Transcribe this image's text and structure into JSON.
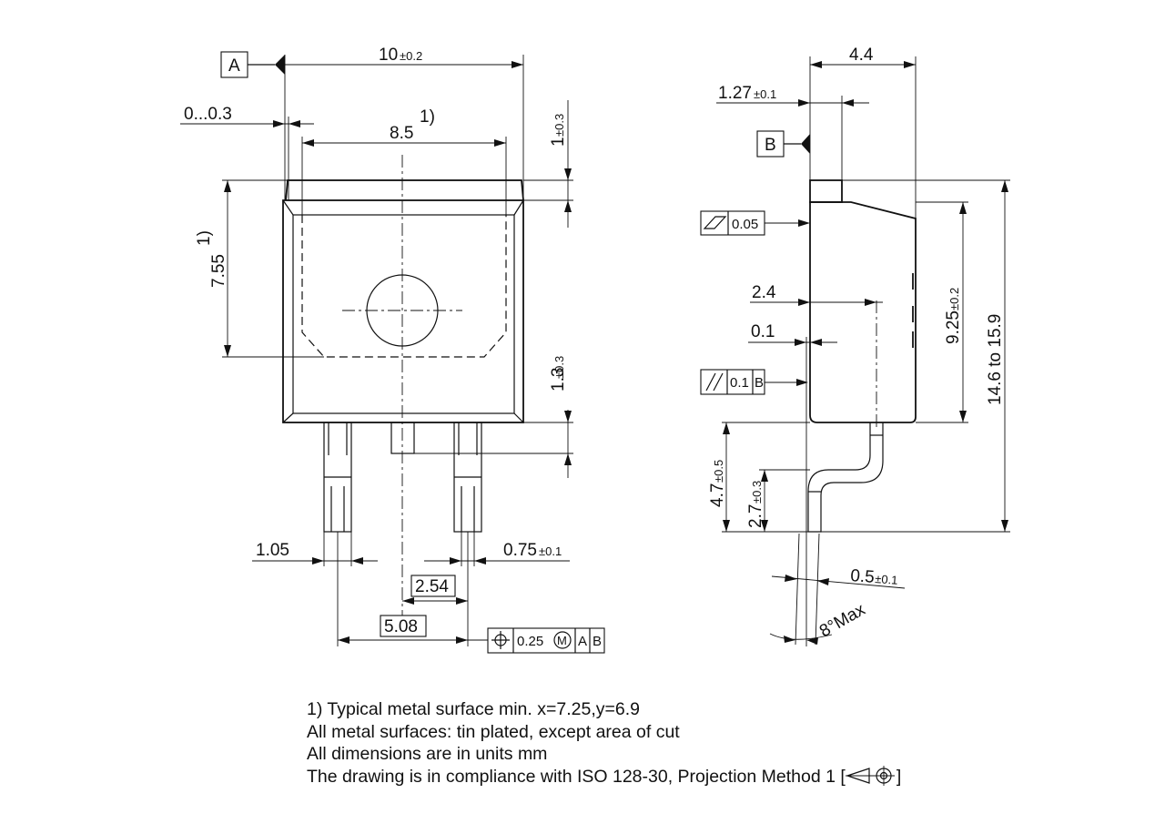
{
  "front_view": {
    "datum_a": "A",
    "width": {
      "value": "10",
      "tol": "±0.2"
    },
    "offset": {
      "value": "0...0.3"
    },
    "metal_width": {
      "value": "8.5",
      "note": "1)"
    },
    "tab_height": {
      "value": "1",
      "tol": "±0.3"
    },
    "metal_height": {
      "value": "7.55",
      "note": "1)"
    },
    "lead_standoff": {
      "value": "1.3",
      "tol": "±0.3"
    },
    "lead_width": {
      "value": "1.05"
    },
    "lead_thickness": {
      "value": "0.75",
      "tol": "±0.1"
    },
    "pitch": {
      "value": "2.54"
    },
    "span": {
      "value": "5.08"
    },
    "position_fcf": {
      "tolerance": "0.25",
      "modifier": "M",
      "datum1": "A",
      "datum2": "B"
    }
  },
  "side_view": {
    "depth": {
      "value": "4.4"
    },
    "tab_thickness": {
      "value": "1.27",
      "tol": "±0.1"
    },
    "datum_b": "B",
    "flatness_fcf": {
      "tolerance": "0.05"
    },
    "body_height": {
      "value": "9.25",
      "tol": "±0.2"
    },
    "overall_height": {
      "value": "14.6 to 15.9"
    },
    "lead_offset": {
      "value": "2.4"
    },
    "coplanarity": {
      "value": "0.1"
    },
    "parallelism_fcf": {
      "tolerance": "0.1",
      "datum": "B"
    },
    "lead_length": {
      "value": "4.7",
      "tol": "±0.5"
    },
    "foot_length": {
      "value": "2.7",
      "tol": "±0.3"
    },
    "lead_thick": {
      "value": "0.5",
      "tol": "±0.1"
    },
    "angle": {
      "value": "8°Max"
    }
  },
  "notes": [
    "1) Typical metal surface min. x=7.25,y=6.9",
    "All metal surfaces: tin plated, except area of cut",
    "All dimensions are in units mm",
    "The drawing is in compliance with ISO 128-30, Projection Method 1 ["
  ],
  "notes_close": "]"
}
